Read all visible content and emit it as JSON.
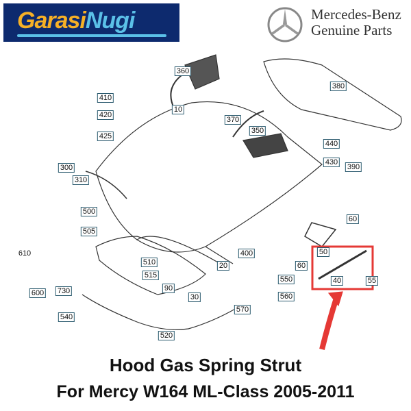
{
  "branding": {
    "shop_part1": "Garasi",
    "shop_part2": "Nugi",
    "oem_line1": "Mercedes-Benz",
    "oem_line2": "Genuine Parts"
  },
  "part_labels": [
    "360",
    "380",
    "410",
    "420",
    "10",
    "370",
    "425",
    "350",
    "440",
    "430",
    "390",
    "300",
    "310",
    "500",
    "505",
    "60",
    "610",
    "510",
    "400",
    "50",
    "20",
    "60",
    "515",
    "550",
    "40",
    "55",
    "600",
    "730",
    "90",
    "30",
    "560",
    "570",
    "540",
    "520"
  ],
  "highlight": {
    "parts": [
      "50",
      "40",
      "55"
    ],
    "color": "#e53935"
  },
  "title": {
    "line1": "Hood Gas Spring Strut",
    "line2": "For Mercy W164 ML-Class 2005-2011"
  }
}
